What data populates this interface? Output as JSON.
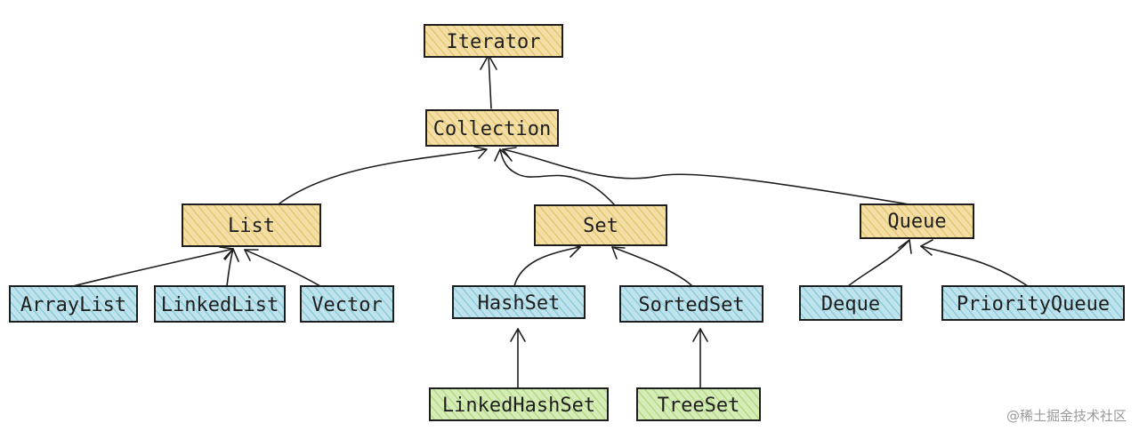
{
  "colors": {
    "interface_fill": "#f3dfa6",
    "list_set_impl_fill": "#bfe3ec",
    "leaf_impl_fill": "#d6ecb6",
    "stroke": "#1e1e1e"
  },
  "nodes": {
    "iterator": "Iterator",
    "collection": "Collection",
    "list": "List",
    "set": "Set",
    "queue": "Queue",
    "arraylist": "ArrayList",
    "linkedlist": "LinkedList",
    "vector": "Vector",
    "hashset": "HashSet",
    "sortedset": "SortedSet",
    "deque": "Deque",
    "priorityqueue": "PriorityQueue",
    "linkedhashset": "LinkedHashSet",
    "treeset": "TreeSet"
  },
  "edges": [
    {
      "from": "collection",
      "to": "iterator"
    },
    {
      "from": "list",
      "to": "collection"
    },
    {
      "from": "set",
      "to": "collection"
    },
    {
      "from": "queue",
      "to": "collection"
    },
    {
      "from": "arraylist",
      "to": "list"
    },
    {
      "from": "linkedlist",
      "to": "list"
    },
    {
      "from": "vector",
      "to": "list"
    },
    {
      "from": "hashset",
      "to": "set"
    },
    {
      "from": "sortedset",
      "to": "set"
    },
    {
      "from": "deque",
      "to": "queue"
    },
    {
      "from": "priorityqueue",
      "to": "queue"
    },
    {
      "from": "linkedhashset",
      "to": "hashset"
    },
    {
      "from": "treeset",
      "to": "sortedset"
    }
  ],
  "watermark": "@稀土掘金技术社区"
}
